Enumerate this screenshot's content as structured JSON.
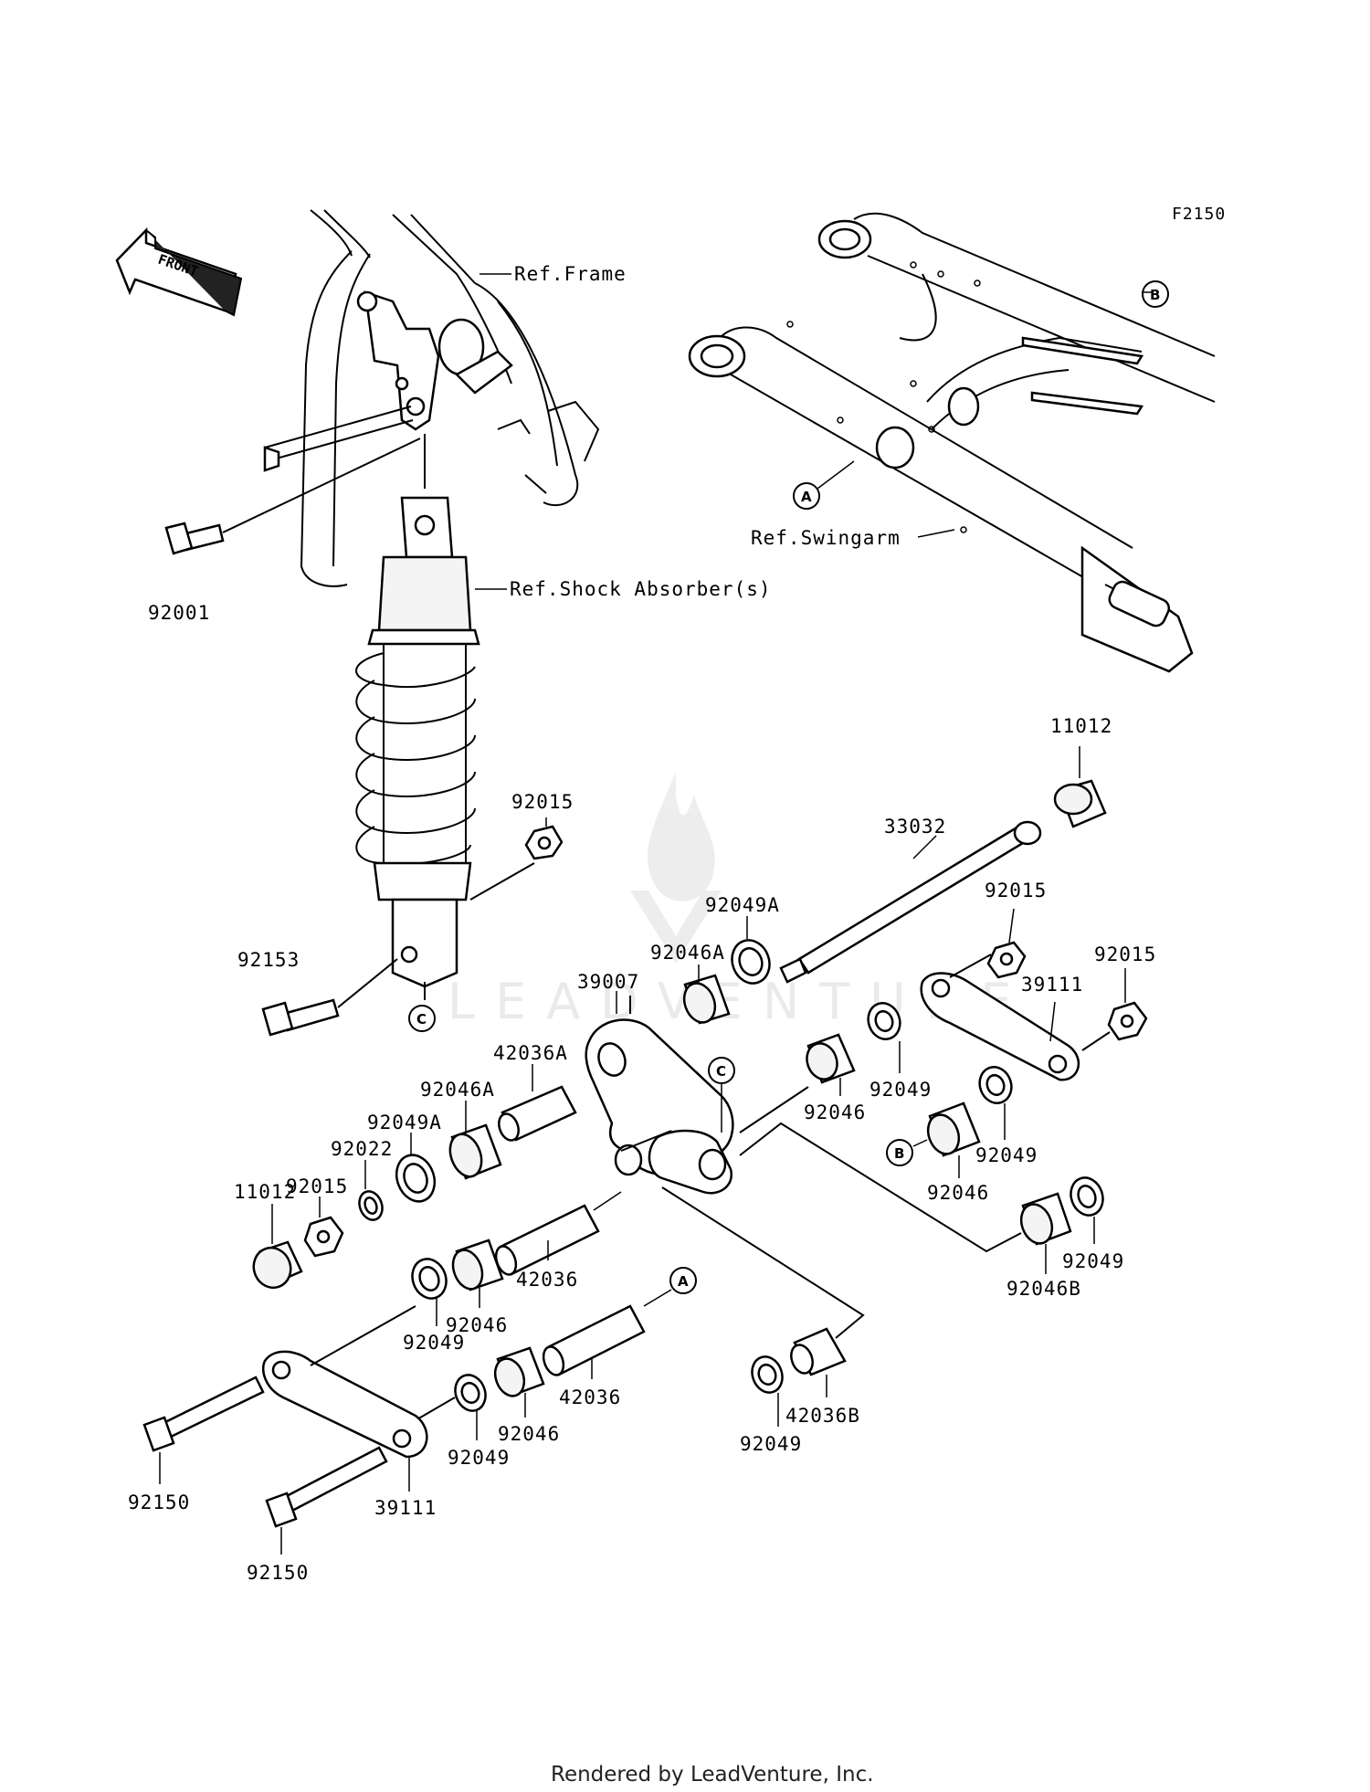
{
  "diagram_code": "F2150",
  "front_label": "FRONT",
  "references": {
    "frame": "Ref.Frame",
    "shock": "Ref.Shock Absorber(s)",
    "swingarm": "Ref.Swingarm"
  },
  "markers": [
    "A",
    "B",
    "C"
  ],
  "part_numbers": [
    "92001",
    "11012",
    "33032",
    "92015",
    "92015",
    "92015",
    "92153",
    "92049A",
    "92046A",
    "39007",
    "39111",
    "42036A",
    "92046A",
    "92049A",
    "92022",
    "92015",
    "11012",
    "92046",
    "92049",
    "92049",
    "92046",
    "42036",
    "92046",
    "92049",
    "92046B",
    "42036",
    "92049",
    "92046",
    "92049",
    "42036B",
    "92150",
    "39111",
    "92150",
    "92049"
  ],
  "footer": "Rendered by LeadVenture, Inc.",
  "watermark": "LEADVENTURE"
}
